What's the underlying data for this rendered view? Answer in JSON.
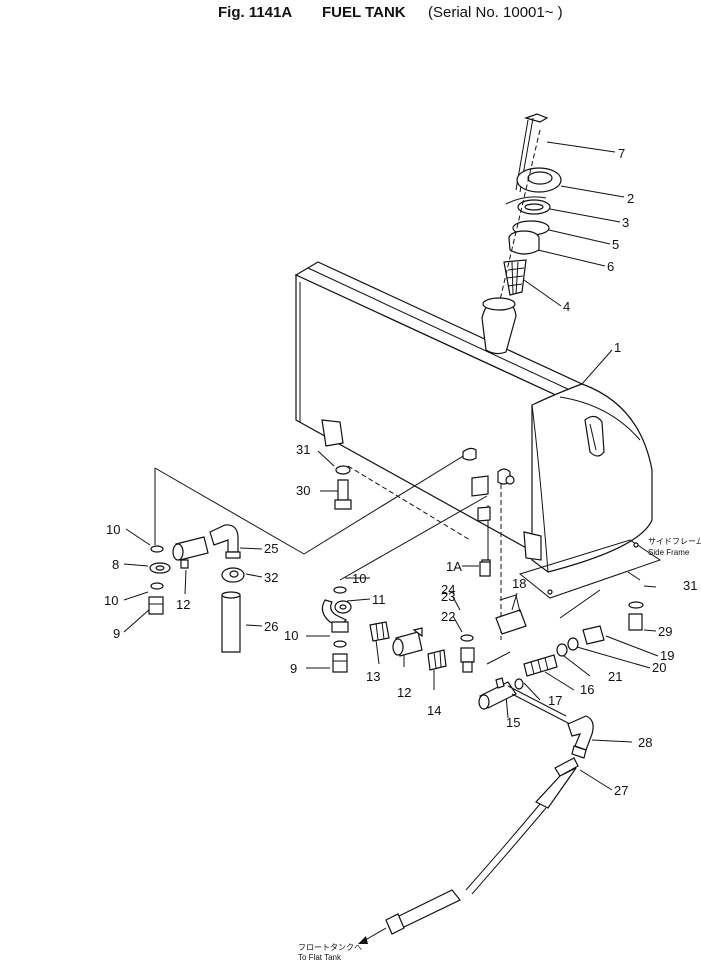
{
  "title": {
    "figure": "Fig. 1141A",
    "name": "FUEL TANK",
    "serial": "(Serial No. 10001~ )"
  },
  "notes": {
    "side_frame_jp": "サイドフレーム",
    "side_frame": "Side Frame",
    "flat_tank_jp": "フロートタンクへ",
    "flat_tank": "To Flat Tank"
  },
  "callouts": [
    {
      "label": "7"
    },
    {
      "label": "2"
    },
    {
      "label": "3"
    },
    {
      "label": "5"
    },
    {
      "label": "6"
    },
    {
      "label": "4"
    },
    {
      "label": "1"
    },
    {
      "label": "31"
    },
    {
      "label": "30"
    },
    {
      "label": "10"
    },
    {
      "label": "8"
    },
    {
      "label": "10"
    },
    {
      "label": "9"
    },
    {
      "label": "12"
    },
    {
      "label": "25"
    },
    {
      "label": "32"
    },
    {
      "label": "26"
    },
    {
      "label": "10"
    },
    {
      "label": "11"
    },
    {
      "label": "10"
    },
    {
      "label": "9"
    },
    {
      "label": "13"
    },
    {
      "label": "12"
    },
    {
      "label": "14"
    },
    {
      "label": "1A"
    },
    {
      "label": "24"
    },
    {
      "label": "23"
    },
    {
      "label": "22"
    },
    {
      "label": "18"
    },
    {
      "label": "31"
    },
    {
      "label": "29"
    },
    {
      "label": "19"
    },
    {
      "label": "20"
    },
    {
      "label": "21"
    },
    {
      "label": "16"
    },
    {
      "label": "17"
    },
    {
      "label": "15"
    },
    {
      "label": "28"
    },
    {
      "label": "27"
    }
  ]
}
